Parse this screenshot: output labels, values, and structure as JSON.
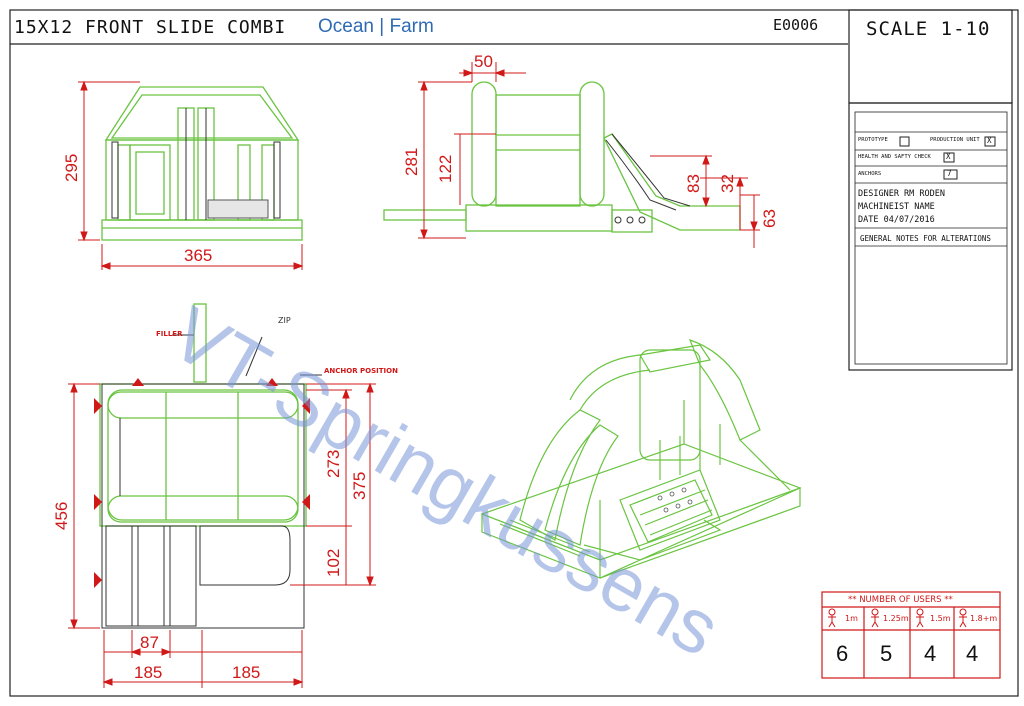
{
  "header": {
    "title": "15X12 FRONT SLIDE COMBI",
    "subtitle": "Ocean | Farm",
    "code": "E0006",
    "scale": "SCALE 1-10"
  },
  "title_block": {
    "prototype_label": "PROTOTYPE",
    "prototype_check": "",
    "production_label": "PRODUCTION UNIT",
    "production_check": "X",
    "health_label": "HEALTH AND SAFTY CHECK",
    "health_check": "X",
    "anchors_label": "ANCHORS",
    "anchors_value": "7",
    "designer": "DESIGNER  RM RODEN",
    "machinist": "MACHINEIST NAME",
    "date": "DATE  04/07/2016",
    "notes": "GENERAL NOTES FOR ALTERATIONS"
  },
  "front_view": {
    "height": "295",
    "width": "365"
  },
  "side_view": {
    "top": "50",
    "height": "281",
    "inner": "122",
    "slide_top": "83",
    "step": "32",
    "base": "63"
  },
  "plan_view": {
    "filler_label": "FILLER",
    "zip_label": "ZIP",
    "anchor_label": "ANCHOR POSITION",
    "total_length": "456",
    "deck": "273",
    "bounce_length": "375",
    "slide_run": "102",
    "lane": "87",
    "half_left": "185",
    "half_right": "185"
  },
  "users": {
    "title": "** NUMBER OF USERS **",
    "headers": [
      "1m",
      "1.25m",
      "1.5m",
      "1.8+m"
    ],
    "counts": [
      "6",
      "5",
      "4",
      "4"
    ]
  },
  "watermark": "VT-Springkussens",
  "colors": {
    "outline": "#6ac441",
    "dimension": "#d01818",
    "watermark": "#7896d7",
    "text": "#111111"
  }
}
